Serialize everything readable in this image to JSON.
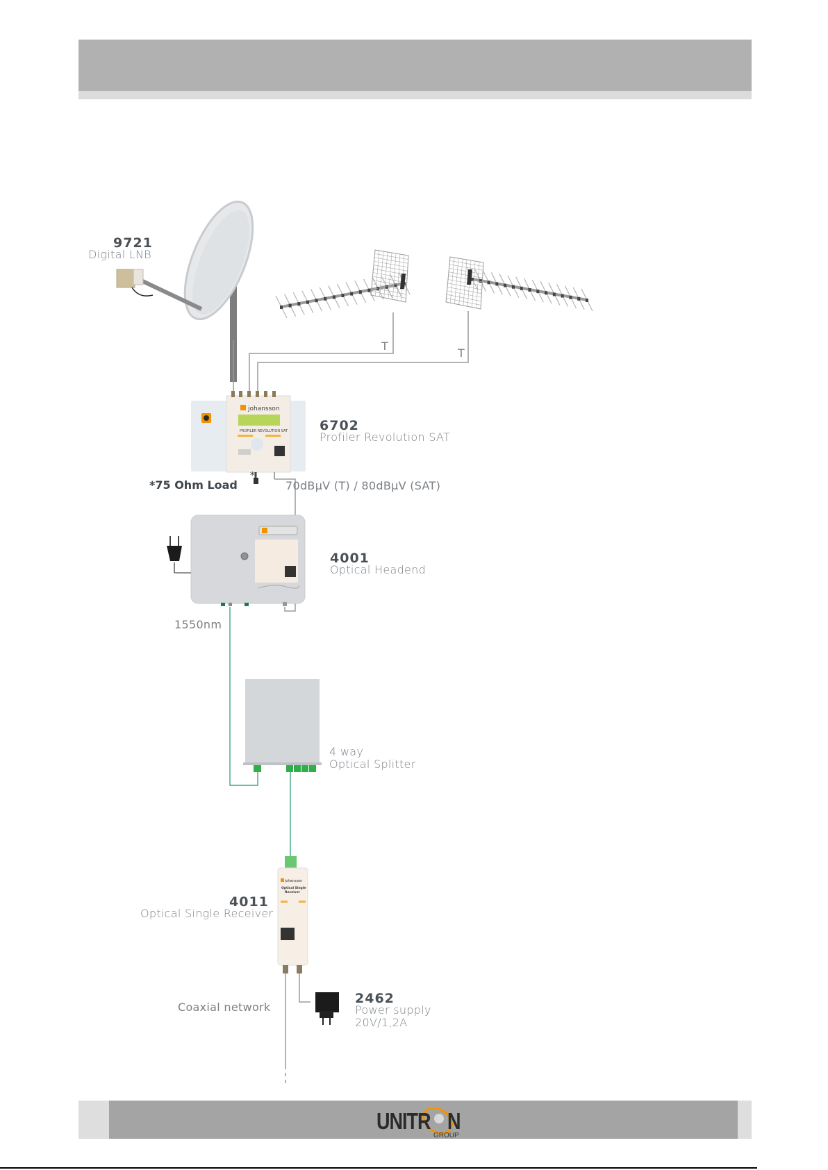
{
  "page": {
    "header": {
      "title": ""
    },
    "footer": {
      "logo_text": "UNITR",
      "logo_text_end": "N",
      "logo_sub": "GROUP",
      "brand_orange": "#f39200"
    }
  },
  "diagram": {
    "components": [
      {
        "id": "lnb",
        "code": "9721",
        "description": "Digital LNB"
      },
      {
        "id": "profiler",
        "code": "6702",
        "description": "Profiler Revolution SAT"
      },
      {
        "id": "headend",
        "code": "4001",
        "description": "Optical Headend"
      },
      {
        "id": "splitter",
        "code": "",
        "description_line1": "4 way",
        "description_line2": "Optical Splitter"
      },
      {
        "id": "receiver",
        "code": "4011",
        "description": "Optical Single Receiver"
      },
      {
        "id": "psu",
        "code": "2462",
        "description_line1": "Power supply",
        "description_line2": "20V/1,2A"
      }
    ],
    "labels": {
      "terrestrial_1": "T",
      "terrestrial_2": "T",
      "load_note": "*75 Ohm Load",
      "asterisk": "*",
      "output_level": "70dBµV (T) / 80dBµV (SAT)",
      "wavelength": "1550nm",
      "coax_network": "Coaxial network"
    },
    "device_labels": {
      "brand": "johansson",
      "profiler_name": "PROFILER REVOLUTION SAT",
      "receiver_name_1": "Optical Single",
      "receiver_name_2": "Receiver"
    },
    "colors": {
      "coax_line": "#8c8c8c",
      "fiber_line": "#3aa58a",
      "connector_green": "#2fae4a",
      "brand_orange": "#f39200"
    }
  }
}
